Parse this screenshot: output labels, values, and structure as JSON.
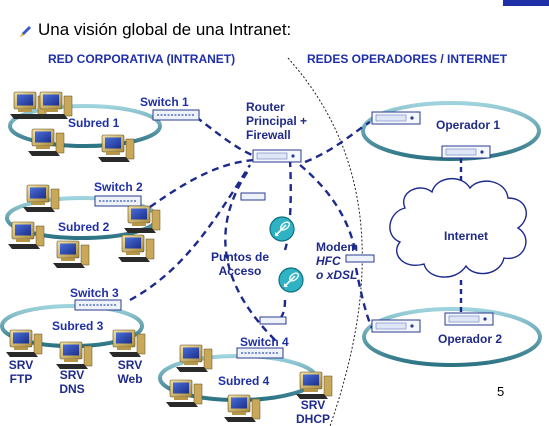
{
  "slide": {
    "title": "Una visión global de una Intranet:",
    "left_heading": "RED CORPORATIVA (INTRANET)",
    "right_heading": "REDES OPERADORES / INTERNET",
    "page_number": "5"
  },
  "nodes": {
    "switch1": "Switch 1",
    "subred1": "Subred 1",
    "switch2": "Switch 2",
    "subred2": "Subred 2",
    "switch3": "Switch 3",
    "subred3": "Subred 3",
    "switch4": "Switch 4",
    "subred4": "Subred 4",
    "router_line1": "Router",
    "router_line2": "Principal +",
    "router_line3": "Firewall",
    "ap_line1": "Puntos de",
    "ap_line2": "Acceso",
    "modem_line1": "Modem",
    "modem_line2": "HFC",
    "modem_line3": "o xDSL",
    "operador1": "Operador 1",
    "operador2": "Operador 2",
    "internet": "Internet",
    "srv_ftp_1": "SRV",
    "srv_ftp_2": "FTP",
    "srv_dns_1": "SRV",
    "srv_dns_2": "DNS",
    "srv_web_1": "SRV",
    "srv_web_2": "Web",
    "srv_dhcp_1": "SRV",
    "srv_dhcp_2": "DHCP"
  },
  "colors": {
    "label_blue": "#1f2fa8",
    "link_blue": "#1c2a8c",
    "ring_teal": "#3f8f9f",
    "device_fill": "#e8f0f8"
  }
}
